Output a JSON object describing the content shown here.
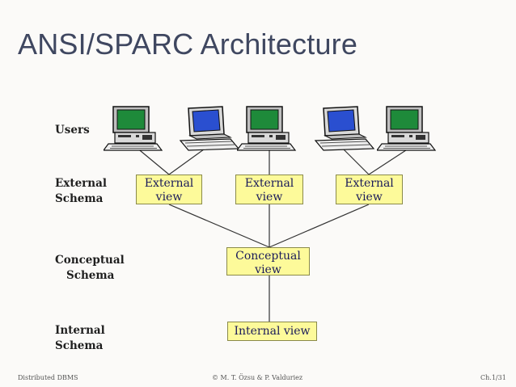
{
  "title": "ANSI/SPARC Architecture",
  "labels": {
    "users": "Users",
    "external_line1": "External",
    "external_line2": "Schema",
    "conceptual_line1": "Conceptual",
    "conceptual_line2": "Schema",
    "internal_line1": "Internal",
    "internal_line2": "Schema"
  },
  "external_views": [
    {
      "line1": "External",
      "line2": "view"
    },
    {
      "line1": "External",
      "line2": "view"
    },
    {
      "line1": "External",
      "line2": "view"
    }
  ],
  "conceptual_view": {
    "line1": "Conceptual",
    "line2": "view"
  },
  "internal_view": "Internal view",
  "footer": {
    "left": "Distributed DBMS",
    "center": "© M. T. Özsu & P. Valduriez",
    "right": "Ch.1/31"
  },
  "colors": {
    "title": "#3f4760",
    "box_fill": "#fdfa9a",
    "screen_green": "#1e8a3a",
    "screen_blue": "#2a4fd0"
  }
}
